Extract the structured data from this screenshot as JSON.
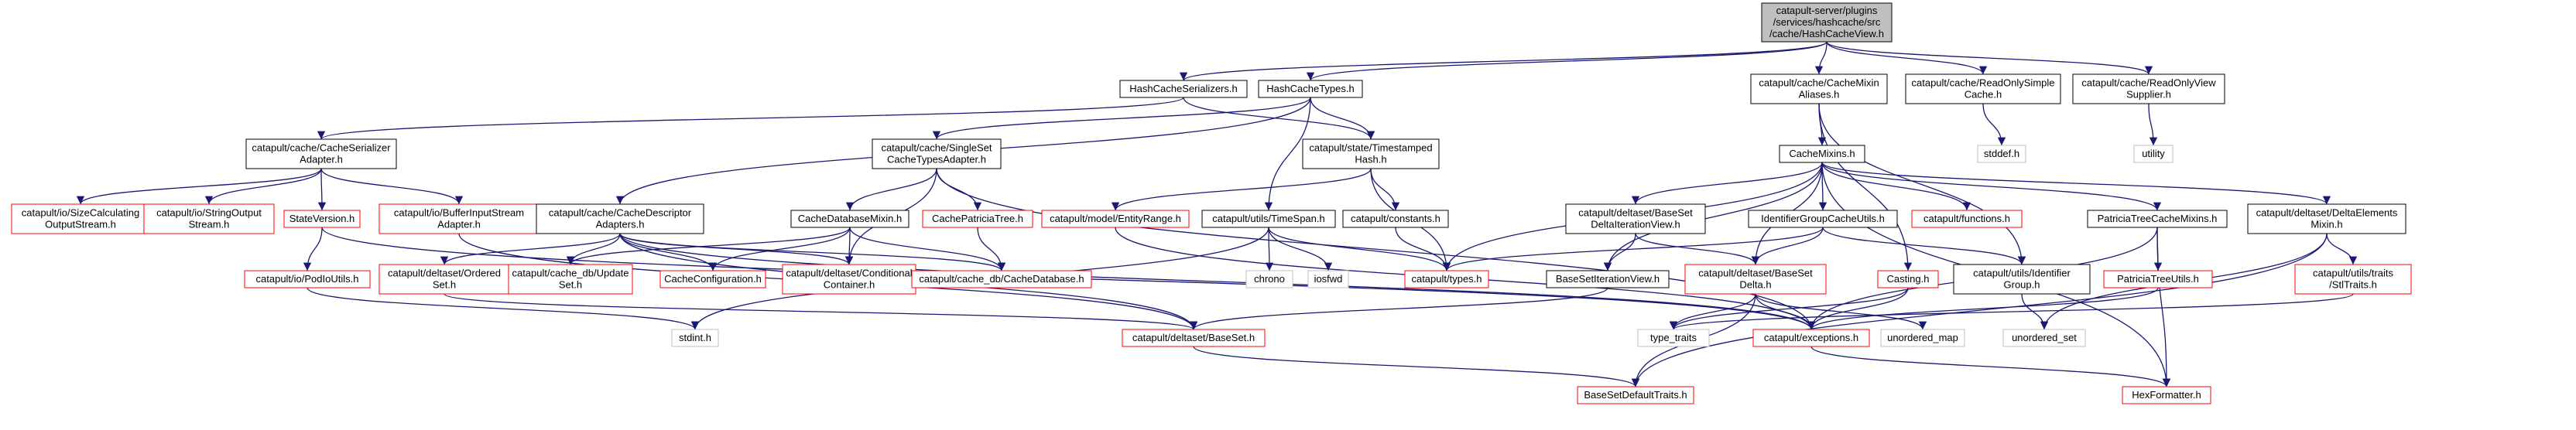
{
  "colors": {
    "edge": "#191970",
    "root_fill": "#bfbfbf",
    "root_border": "#000000",
    "node_border": "#000000",
    "missing_border": "#ff0000",
    "system_border": "#bfbfbf",
    "node_fill": "#ffffff"
  },
  "nodes": [
    {
      "id": "root",
      "kind": "root",
      "lines": [
        "catapult-server/plugins",
        "/services/hashcache/src",
        "/cache/HashCacheView.h"
      ]
    },
    {
      "id": "hcser",
      "kind": "normal",
      "lines": [
        "HashCacheSerializers.h"
      ]
    },
    {
      "id": "hctypes",
      "kind": "normal",
      "lines": [
        "HashCacheTypes.h"
      ]
    },
    {
      "id": "cmaliases",
      "kind": "normal",
      "lines": [
        "catapult/cache/CacheMixin",
        "Aliases.h"
      ]
    },
    {
      "id": "rosimple",
      "kind": "normal",
      "lines": [
        "catapult/cache/ReadOnlySimple",
        "Cache.h"
      ]
    },
    {
      "id": "roview",
      "kind": "normal",
      "lines": [
        "catapult/cache/ReadOnlyView",
        "Supplier.h"
      ]
    },
    {
      "id": "csadapter",
      "kind": "normal",
      "lines": [
        "catapult/cache/CacheSerializer",
        "Adapter.h"
      ]
    },
    {
      "id": "sstadapter",
      "kind": "normal",
      "lines": [
        "catapult/cache/SingleSet",
        "CacheTypesAdapter.h"
      ]
    },
    {
      "id": "tshash",
      "kind": "normal",
      "lines": [
        "catapult/state/Timestamped",
        "Hash.h"
      ]
    },
    {
      "id": "cmixins",
      "kind": "normal",
      "lines": [
        "CacheMixins.h"
      ]
    },
    {
      "id": "stddef",
      "kind": "system",
      "lines": [
        "stddef.h"
      ]
    },
    {
      "id": "utility",
      "kind": "system",
      "lines": [
        "utility"
      ]
    },
    {
      "id": "sizecalc",
      "kind": "missing",
      "lines": [
        "catapult/io/SizeCalculating",
        "OutputStream.h"
      ]
    },
    {
      "id": "strout",
      "kind": "missing",
      "lines": [
        "catapult/io/StringOutput",
        "Stream.h"
      ]
    },
    {
      "id": "statever",
      "kind": "missing",
      "lines": [
        "StateVersion.h"
      ]
    },
    {
      "id": "bufin",
      "kind": "missing",
      "lines": [
        "catapult/io/BufferInputStream",
        "Adapter.h"
      ]
    },
    {
      "id": "cdadapters",
      "kind": "normal",
      "lines": [
        "catapult/cache/CacheDescriptor",
        "Adapters.h"
      ]
    },
    {
      "id": "cdbmixin",
      "kind": "normal",
      "lines": [
        "CacheDatabaseMixin.h"
      ]
    },
    {
      "id": "cptree",
      "kind": "missing",
      "lines": [
        "CachePatriciaTree.h"
      ]
    },
    {
      "id": "entrange",
      "kind": "missing",
      "lines": [
        "catapult/model/EntityRange.h"
      ]
    },
    {
      "id": "timespan",
      "kind": "normal",
      "lines": [
        "catapult/utils/TimeSpan.h"
      ]
    },
    {
      "id": "constants",
      "kind": "normal",
      "lines": [
        "catapult/constants.h"
      ]
    },
    {
      "id": "bsitview",
      "kind": "normal",
      "lines": [
        "catapult/deltaset/BaseSet",
        "DeltaIterationView.h"
      ]
    },
    {
      "id": "igcu",
      "kind": "normal",
      "lines": [
        "IdentifierGroupCacheUtils.h"
      ]
    },
    {
      "id": "functions",
      "kind": "missing",
      "lines": [
        "catapult/functions.h"
      ]
    },
    {
      "id": "ptcm",
      "kind": "normal",
      "lines": [
        "PatriciaTreeCacheMixins.h"
      ]
    },
    {
      "id": "demixin",
      "kind": "normal",
      "lines": [
        "catapult/deltaset/DeltaElements",
        "Mixin.h"
      ]
    },
    {
      "id": "podio",
      "kind": "missing",
      "lines": [
        "catapult/io/PodIoUtils.h"
      ]
    },
    {
      "id": "ordset",
      "kind": "missing",
      "lines": [
        "catapult/deltaset/Ordered",
        "Set.h"
      ]
    },
    {
      "id": "updset",
      "kind": "missing",
      "lines": [
        "catapult/cache_db/Update",
        "Set.h"
      ]
    },
    {
      "id": "cacheconf",
      "kind": "missing",
      "lines": [
        "CacheConfiguration.h"
      ]
    },
    {
      "id": "condcont",
      "kind": "missing",
      "lines": [
        "catapult/deltaset/Conditional",
        "Container.h"
      ]
    },
    {
      "id": "cachedb",
      "kind": "missing",
      "lines": [
        "catapult/cache_db/CacheDatabase.h"
      ]
    },
    {
      "id": "chrono",
      "kind": "system",
      "lines": [
        "chrono"
      ]
    },
    {
      "id": "iosfwd",
      "kind": "system",
      "lines": [
        "iosfwd"
      ]
    },
    {
      "id": "types",
      "kind": "missing",
      "lines": [
        "catapult/types.h"
      ]
    },
    {
      "id": "bsiterview",
      "kind": "normal",
      "lines": [
        "BaseSetIterationView.h"
      ]
    },
    {
      "id": "bsdelta",
      "kind": "missing",
      "lines": [
        "catapult/deltaset/BaseSet",
        "Delta.h"
      ]
    },
    {
      "id": "casting",
      "kind": "missing",
      "lines": [
        "Casting.h"
      ]
    },
    {
      "id": "idgroup",
      "kind": "normal",
      "lines": [
        "catapult/utils/Identifier",
        "Group.h"
      ]
    },
    {
      "id": "ptutils",
      "kind": "missing",
      "lines": [
        "PatriciaTreeUtils.h"
      ]
    },
    {
      "id": "stltraits",
      "kind": "missing",
      "lines": [
        "catapult/utils/traits",
        "/StlTraits.h"
      ]
    },
    {
      "id": "stdint",
      "kind": "system",
      "lines": [
        "stdint.h"
      ]
    },
    {
      "id": "baseset",
      "kind": "missing",
      "lines": [
        "catapult/deltaset/BaseSet.h"
      ]
    },
    {
      "id": "typetraits",
      "kind": "system",
      "lines": [
        "type_traits"
      ]
    },
    {
      "id": "exceptions",
      "kind": "missing",
      "lines": [
        "catapult/exceptions.h"
      ]
    },
    {
      "id": "umap",
      "kind": "system",
      "lines": [
        "unordered_map"
      ]
    },
    {
      "id": "uset",
      "kind": "system",
      "lines": [
        "unordered_set"
      ]
    },
    {
      "id": "bsdt",
      "kind": "missing",
      "lines": [
        "BaseSetDefaultTraits.h"
      ]
    },
    {
      "id": "hexfmt",
      "kind": "missing",
      "lines": [
        "HexFormatter.h"
      ]
    }
  ],
  "edges": [
    [
      "root",
      "hcser"
    ],
    [
      "root",
      "hctypes"
    ],
    [
      "root",
      "cmaliases"
    ],
    [
      "root",
      "rosimple"
    ],
    [
      "root",
      "roview"
    ],
    [
      "hcser",
      "csadapter"
    ],
    [
      "hcser",
      "tshash"
    ],
    [
      "hctypes",
      "sstadapter"
    ],
    [
      "hctypes",
      "tshash"
    ],
    [
      "hctypes",
      "cdadapters"
    ],
    [
      "hctypes",
      "timespan"
    ],
    [
      "cmaliases",
      "cmixins"
    ],
    [
      "cmaliases",
      "casting"
    ],
    [
      "cmaliases",
      "idgroup"
    ],
    [
      "rosimple",
      "stddef"
    ],
    [
      "roview",
      "utility"
    ],
    [
      "csadapter",
      "sizecalc"
    ],
    [
      "csadapter",
      "strout"
    ],
    [
      "csadapter",
      "statever"
    ],
    [
      "csadapter",
      "bufin"
    ],
    [
      "sstadapter",
      "cdbmixin"
    ],
    [
      "sstadapter",
      "cptree"
    ],
    [
      "sstadapter",
      "condcont"
    ],
    [
      "sstadapter",
      "exceptions"
    ],
    [
      "tshash",
      "entrange"
    ],
    [
      "tshash",
      "constants"
    ],
    [
      "tshash",
      "types"
    ],
    [
      "cmixins",
      "bsitview"
    ],
    [
      "cmixins",
      "igcu"
    ],
    [
      "cmixins",
      "functions"
    ],
    [
      "cmixins",
      "ptcm"
    ],
    [
      "cmixins",
      "demixin"
    ],
    [
      "cmixins",
      "types"
    ],
    [
      "cmixins",
      "bsdelta"
    ],
    [
      "cmixins",
      "bsiterview"
    ],
    [
      "cmixins",
      "hexfmt"
    ],
    [
      "statever",
      "podio"
    ],
    [
      "statever",
      "exceptions"
    ],
    [
      "bufin",
      "baseset"
    ],
    [
      "cdadapters",
      "ordset"
    ],
    [
      "cdadapters",
      "cacheconf"
    ],
    [
      "cdadapters",
      "condcont"
    ],
    [
      "cdadapters",
      "cachedb"
    ],
    [
      "cdadapters",
      "updset"
    ],
    [
      "cdadapters",
      "baseset"
    ],
    [
      "cdadapters",
      "exceptions"
    ],
    [
      "cdbmixin",
      "updset"
    ],
    [
      "cdbmixin",
      "cacheconf"
    ],
    [
      "cdbmixin",
      "condcont"
    ],
    [
      "cdbmixin",
      "cachedb"
    ],
    [
      "cptree",
      "cachedb"
    ],
    [
      "entrange",
      "exceptions"
    ],
    [
      "timespan",
      "chrono"
    ],
    [
      "timespan",
      "iosfwd"
    ],
    [
      "timespan",
      "types"
    ],
    [
      "timespan",
      "stdint"
    ],
    [
      "constants",
      "types"
    ],
    [
      "bsitview",
      "bsdelta"
    ],
    [
      "bsitview",
      "bsiterview"
    ],
    [
      "igcu",
      "types"
    ],
    [
      "igcu",
      "bsdelta"
    ],
    [
      "igcu",
      "idgroup"
    ],
    [
      "ptcm",
      "ptutils"
    ],
    [
      "ptcm",
      "exceptions"
    ],
    [
      "ptcm",
      "hexfmt"
    ],
    [
      "demixin",
      "stltraits"
    ],
    [
      "demixin",
      "uset"
    ],
    [
      "demixin",
      "bsdt"
    ],
    [
      "podio",
      "stdint"
    ],
    [
      "ordset",
      "baseset"
    ],
    [
      "bsiterview",
      "baseset"
    ],
    [
      "bsdelta",
      "typetraits"
    ],
    [
      "bsdelta",
      "exceptions"
    ],
    [
      "bsdelta",
      "umap"
    ],
    [
      "bsdelta",
      "bsdt"
    ],
    [
      "casting",
      "exceptions"
    ],
    [
      "casting",
      "typetraits"
    ],
    [
      "idgroup",
      "uset"
    ],
    [
      "ptutils",
      "exceptions"
    ],
    [
      "stltraits",
      "typetraits"
    ],
    [
      "baseset",
      "bsdt"
    ],
    [
      "exceptions",
      "hexfmt"
    ]
  ]
}
